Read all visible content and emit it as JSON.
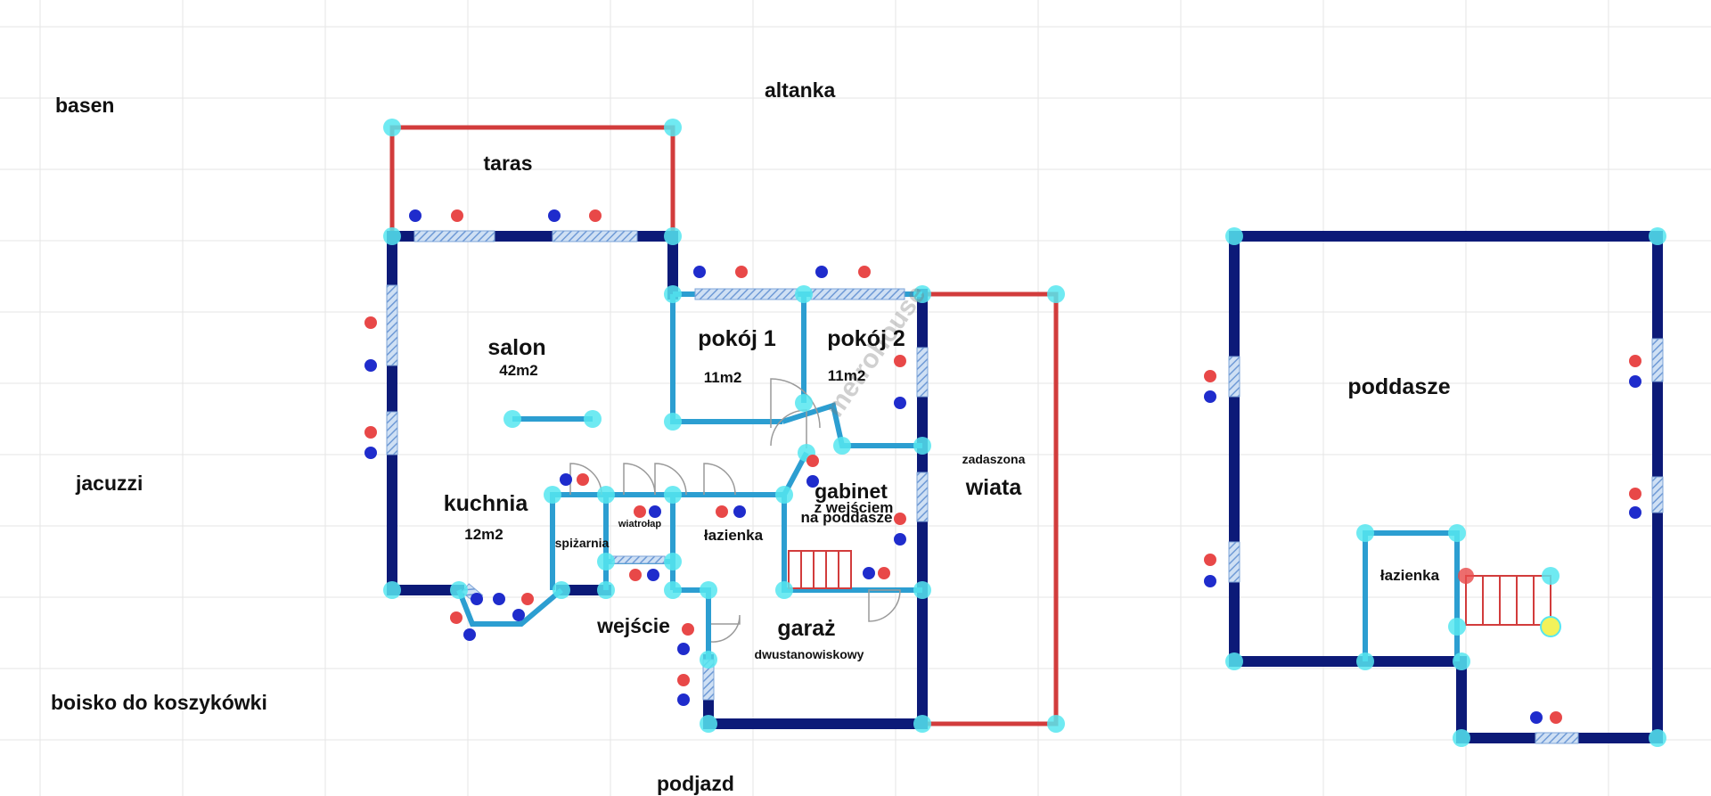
{
  "outdoor": {
    "basen": "basen",
    "altanka": "altanka",
    "jacuzzi": "jacuzzi",
    "boisko": "boisko do koszykówki",
    "podjazd": "podjazd"
  },
  "ground_floor": {
    "taras": "taras",
    "salon": "salon",
    "salon_area": "42m2",
    "pokoj1": "pokój 1",
    "pokoj1_area": "11m2",
    "pokoj2": "pokój 2",
    "pokoj2_area": "11m2",
    "zadaszona": "zadaszona",
    "wiata": "wiata",
    "kuchnia": "kuchnia",
    "kuchnia_area": "12m2",
    "spizarnia": "spiżarnia",
    "wiatrolap": "wiatrołap",
    "lazienka": "łazienka",
    "gabinet": "gabinet",
    "gabinet_sub1": "z wejściem",
    "gabinet_sub2": "na poddasze",
    "wejscie": "wejście",
    "garaz": "garaż",
    "garaz_sub": "dwustanowiskowy"
  },
  "attic": {
    "poddasze": "poddasze",
    "lazienka": "łazienka"
  },
  "colors": {
    "wall_exterior": "#0c1a78",
    "wall_interior": "#2c9ed1",
    "wall_open": "#d23c3c",
    "node": "#56e6f0",
    "window": "#9ec3ea",
    "socket_red": "#e84848",
    "socket_blue": "#1f2ccc",
    "node_highlight": "#f2f25a"
  },
  "watermark": "metrohouse"
}
